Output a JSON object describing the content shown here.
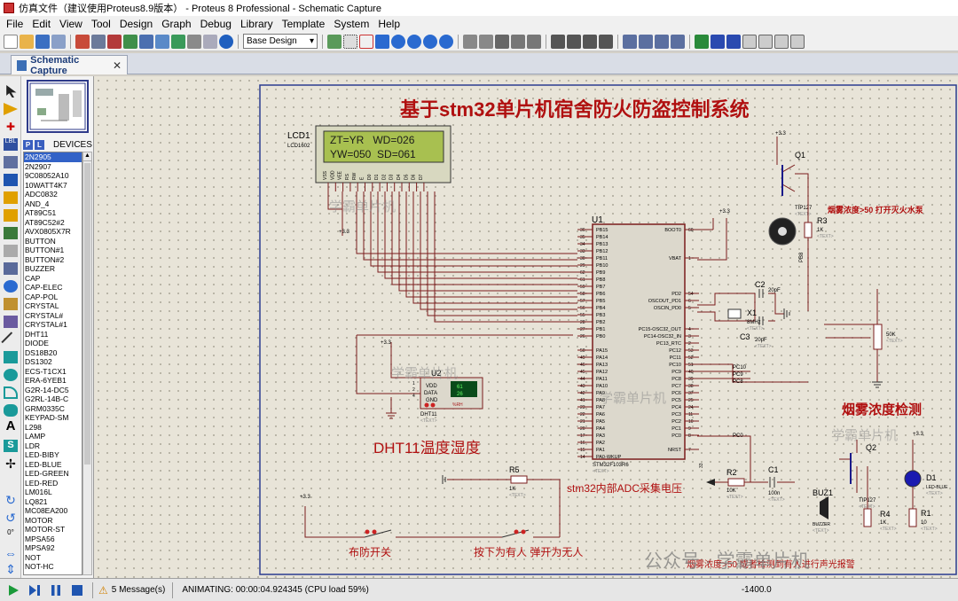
{
  "window": {
    "title": "仿真文件（建议使用Proteus8.9版本） - Proteus 8 Professional - Schematic Capture"
  },
  "menu": [
    "File",
    "Edit",
    "View",
    "Tool",
    "Design",
    "Graph",
    "Debug",
    "Library",
    "Template",
    "System",
    "Help"
  ],
  "toolbar": {
    "design_combo": "Base Design"
  },
  "tab": {
    "label": "Schematic Capture",
    "close": "✕"
  },
  "devices": {
    "mode_p": "P",
    "mode_l": "L",
    "header": "DEVICES",
    "items": [
      "2N2905",
      "2N2907",
      "9C08052A10",
      "10WATT4K7",
      "ADC0832",
      "AND_4",
      "AT89C51",
      "AT89C52#2",
      "AVX0805X7R",
      "BUTTON",
      "BUTTON#1",
      "BUTTON#2",
      "BUZZER",
      "CAP",
      "CAP-ELEC",
      "CAP-POL",
      "CRYSTAL",
      "CRYSTAL#",
      "CRYSTAL#1",
      "DHT11",
      "DIODE",
      "DS18B20",
      "DS1302",
      "ECS-T1CX1",
      "ERA-6YEB1",
      "G2R-14-DC5",
      "G2RL-14B-C",
      "GRM0335C",
      "KEYPAD-SM",
      "L298",
      "LAMP",
      "LDR",
      "LED-BIBY",
      "LED-BLUE",
      "LED-GREEN",
      "LED-RED",
      "LM016L",
      "LQ821",
      "MC08EA200",
      "MOTOR",
      "MOTOR-ST",
      "MPSA56",
      "MPSA92",
      "NOT",
      "NOT-HC"
    ],
    "selected": 0
  },
  "rotation": "0°",
  "schematic": {
    "title": "基于stm32单片机宿舍防火防盗控制系统",
    "lcd": {
      "ref": "LCD1",
      "model": "LCD1602",
      "text_tag": "<TEXT>",
      "line1": "ZT=YR   WD=026",
      "line2": "YW=050  SD=061",
      "pins": [
        "VSS",
        "VDD",
        "VEE",
        "RS",
        "RW",
        "E",
        "D0",
        "D1",
        "D2",
        "D3",
        "D4",
        "D5",
        "D6",
        "D7"
      ]
    },
    "mcu": {
      "ref": "U1",
      "model": "STM32F103R6",
      "text_tag": "<TEXT>",
      "left_pins": [
        "PB15",
        "PB14",
        "PB13",
        "PB12",
        "PB11",
        "PB10",
        "PB9",
        "PB8",
        "PB7",
        "PB6",
        "PB5",
        "PB4",
        "PB3",
        "PB2",
        "PB1",
        "PB0",
        "",
        "PA15",
        "PA14",
        "PA13",
        "PA12",
        "PA11",
        "PA10",
        "PA9",
        "PA8",
        "PA7",
        "PA6",
        "PA5",
        "PA4",
        "PA3",
        "PA2",
        "PA1",
        "PA0-WKUP"
      ],
      "left_nums": [
        "36",
        "35",
        "34",
        "33",
        "30",
        "29",
        "62",
        "61",
        "59",
        "58",
        "57",
        "56",
        "55",
        "28",
        "27",
        "26",
        "",
        "50",
        "49",
        "46",
        "45",
        "44",
        "43",
        "42",
        "41",
        "23",
        "22",
        "21",
        "20",
        "17",
        "16",
        "15",
        "14"
      ],
      "right_pins": [
        "BOOT0",
        "",
        "",
        "",
        "VBAT",
        "",
        "",
        "",
        "",
        "PD2",
        "OSCOUT_PD1",
        "OSCIN_PD0",
        "",
        "",
        "PC15-OSC32_OUT",
        "PC14-OSC32_IN",
        "PC13_RTC",
        "PC12",
        "PC11",
        "PC10",
        "PC9",
        "PC8",
        "PC7",
        "PC6",
        "PC5",
        "PC4",
        "PC3",
        "PC2",
        "PC1",
        "PC0",
        "",
        "NRST"
      ],
      "right_nums": [
        "60",
        "",
        "",
        "",
        "1",
        "",
        "",
        "",
        "",
        "54",
        "6",
        "5",
        "",
        "",
        "4",
        "3",
        "2",
        "53",
        "52",
        "51",
        "40",
        "39",
        "38",
        "37",
        "25",
        "24",
        "11",
        "10",
        "9",
        "8",
        "",
        "7"
      ]
    },
    "q1": {
      "ref": "Q1",
      "model": "TIP127",
      "text_tag": "<TEXT>"
    },
    "r3": {
      "ref": "R3",
      "value": "1K",
      "text_tag": "<TEXT>"
    },
    "pump_label": "烟雾浓度>50 打开灭火水泵",
    "c2": {
      "ref": "C2",
      "value": "20pF",
      "text_tag": "<TEXT>"
    },
    "c3": {
      "ref": "C3",
      "value": "20pF",
      "text_tag": "<TEXT>"
    },
    "x1": {
      "ref": "X1",
      "value": "8MHz",
      "text_tag": "<TEXT>"
    },
    "rv": {
      "value": "50K",
      "text_tag": "<TEXT>"
    },
    "pc_labels": [
      "PC10",
      "PC9",
      "PC8",
      "PC0"
    ],
    "pb8": "PB8",
    "dht": {
      "ref": "U2",
      "model": "DHT11",
      "text_tag": "<TEXT>",
      "pins": [
        "VDD",
        "DATA",
        "GND"
      ],
      "pin_nums": [
        "1",
        "2",
        "4"
      ],
      "val1": "61",
      "val2": "26",
      "unit": "%RH",
      "caption": "DHT11温度湿度"
    },
    "smoke_title": "烟雾浓度检测",
    "q2": {
      "ref": "Q2",
      "model": "TIP127",
      "text_tag": "<TEXT>"
    },
    "r2": {
      "ref": "R2",
      "value": "10K",
      "text_tag": "<TEXT>"
    },
    "c1": {
      "ref": "C1",
      "value": "100n",
      "text_tag": "<TEXT>"
    },
    "r4": {
      "ref": "R4",
      "value": "1K",
      "text_tag": "<TEXT>"
    },
    "r1": {
      "ref": "R1",
      "value": "10",
      "text_tag": "<TEXT>"
    },
    "d1": {
      "ref": "D1",
      "model": "LED-BLUE",
      "text_tag": "<TEXT>"
    },
    "buz": {
      "ref": "BUZ1",
      "model": "BUZZER",
      "text_tag": "<TEXT>"
    },
    "r5": {
      "ref": "R5",
      "value": "1K",
      "text_tag": "<TEXT>"
    },
    "adc_label": "stm32内部ADC采集电压",
    "sw1_label": "布防开关",
    "sw2_label": "按下为有人  弹开为无人",
    "alarm_label": "烟雾浓度>50 或者检测到有人进行声光报警",
    "vcc": "+3.3",
    "vdd_pin": "33",
    "watermarks": [
      "学霸单片机",
      "学霸单片机",
      "学霸单片机",
      "学霸单片机"
    ],
    "brand": "公众号 · 学霸单片机"
  },
  "status": {
    "messages": "5 Message(s)",
    "animating": "ANIMATING: 00:00:04.924345 (CPU load 59%)",
    "coord": "-1400.0"
  }
}
